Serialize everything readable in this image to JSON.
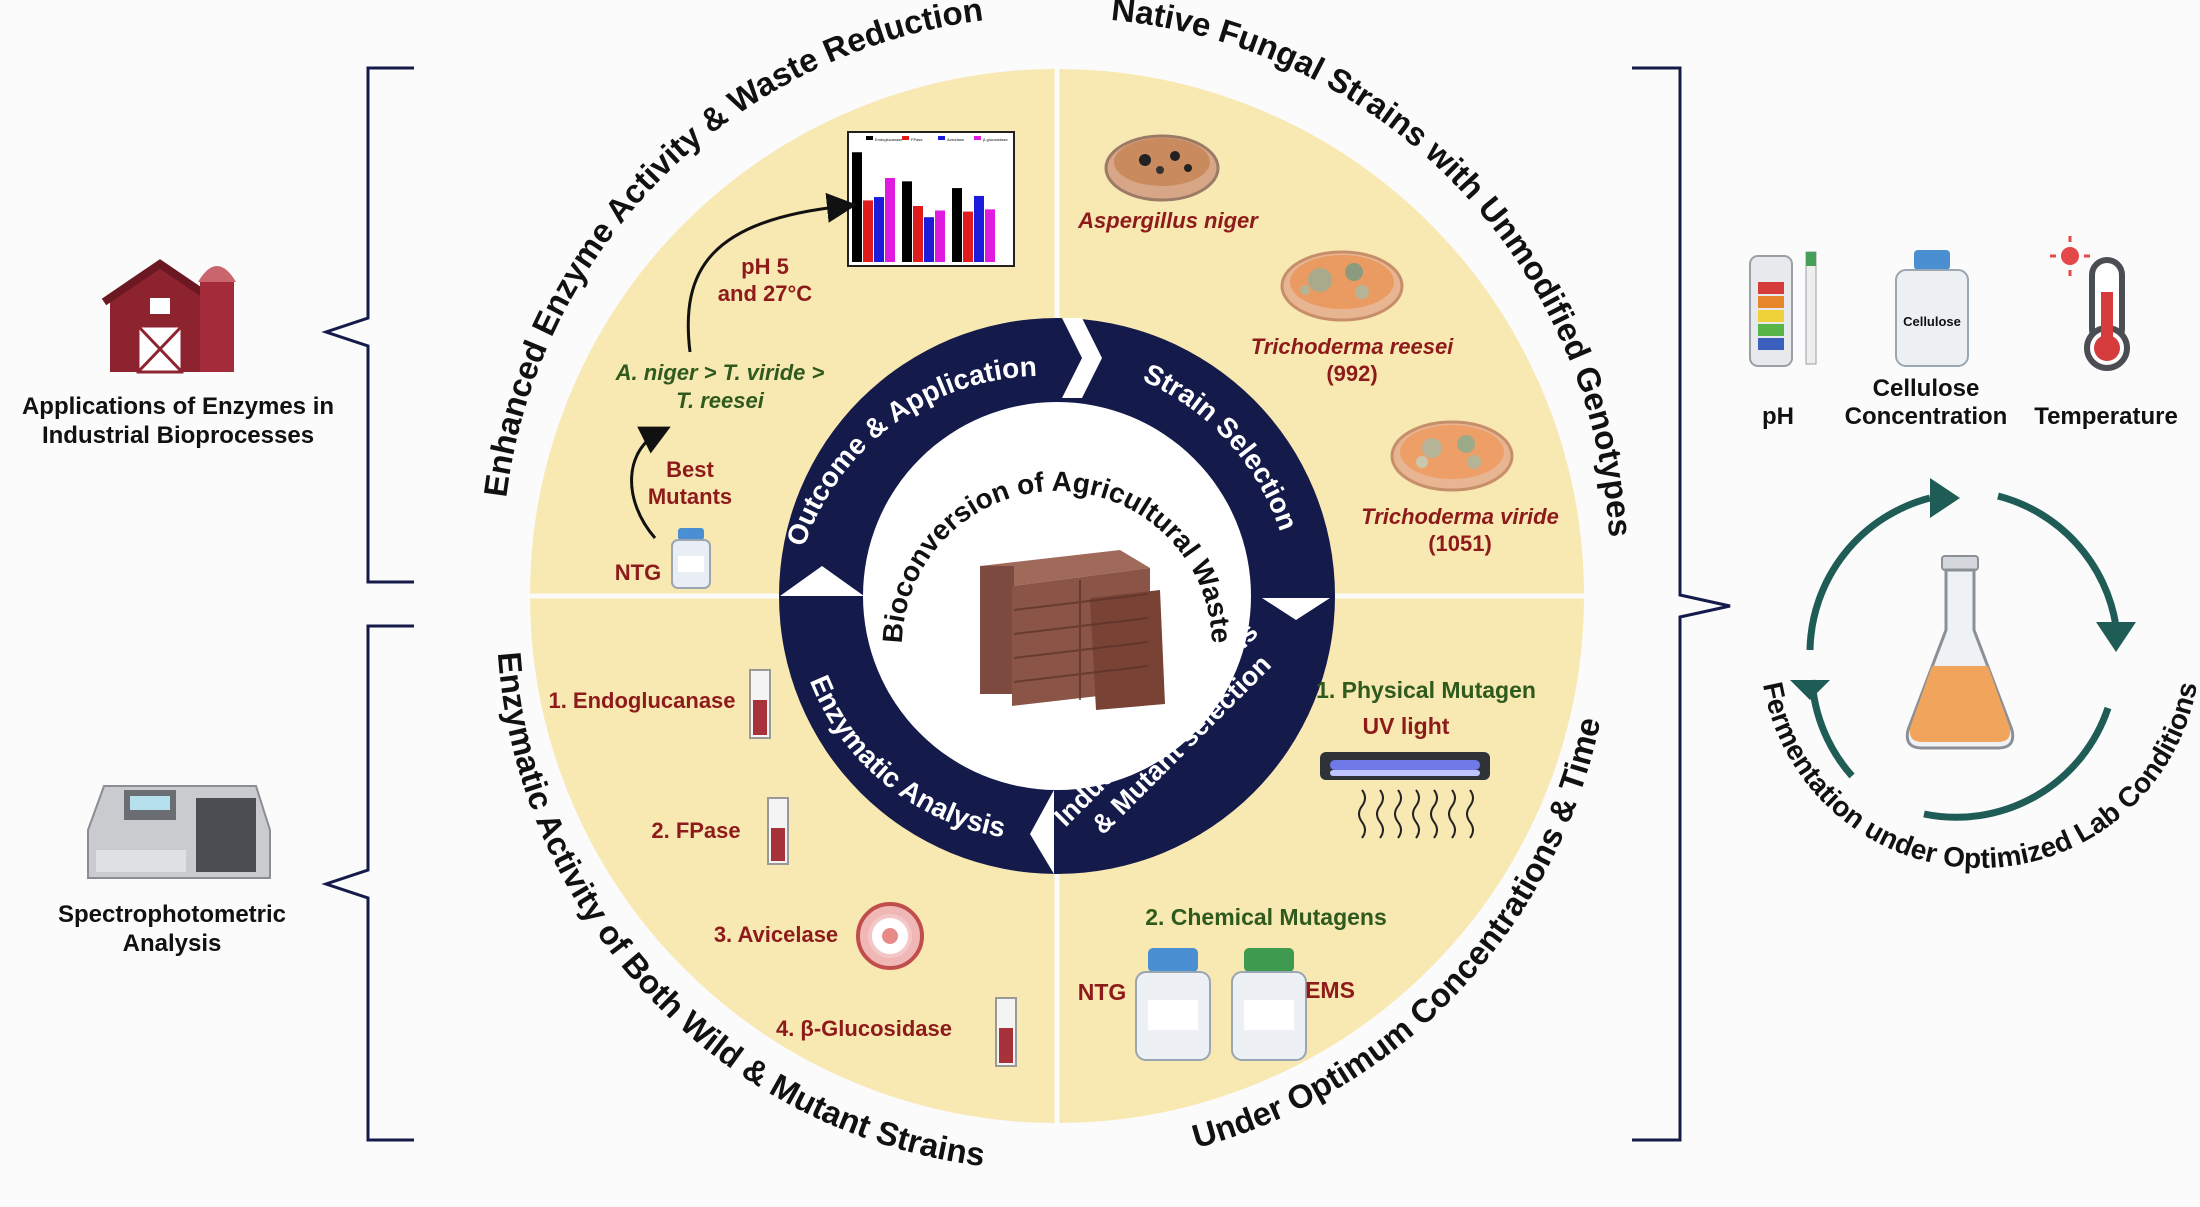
{
  "center": {
    "title": "Bioconversion of Agricultural Waste",
    "steps": [
      "Outcome & Application",
      "Strain Selection",
      "Induced Mutagenesis",
      "& Mutant selection",
      "Enzymatic Analysis"
    ]
  },
  "arcs": {
    "top_left": "Enhanced Enzyme Activity & Waste Reduction",
    "top_right": "Native Fungal Strains with Unmodified Genotypes",
    "bottom_right": "Under Optimum Concentrations & Time",
    "bottom_left": "Enzymatic Activity of Both Wild & Mutant Strains",
    "fermentation": "Fermentation under Optimized Lab Conditions"
  },
  "q1": {
    "ph": "pH 5",
    "temp": "and 27°C",
    "ranking_1": "A. niger > T. viride >",
    "ranking_2": "T. reesei",
    "best_1": "Best",
    "best_2": "Mutants",
    "ntg": "NTG",
    "legend": [
      "Endoglucanase",
      "FPase",
      "Avicelase",
      "β-glucosidase"
    ],
    "chart_values": [
      [
        0.98,
        0.55,
        0.58,
        0.75
      ],
      [
        0.72,
        0.5,
        0.4,
        0.46
      ],
      [
        0.66,
        0.45,
        0.59,
        0.47
      ]
    ],
    "bar_colors": [
      "#000000",
      "#e01b1b",
      "#1b1bd9",
      "#e01be0"
    ]
  },
  "q2": {
    "strain1": "Aspergillus niger",
    "strain2": "Trichoderma reesei",
    "strain2_code": "(992)",
    "strain3": "Trichoderma viride",
    "strain3_code": "(1051)"
  },
  "q3": {
    "physical": "1. Physical Mutagen",
    "uv": "UV light",
    "chemical": "2. Chemical Mutagens",
    "ntg": "NTG",
    "ems": "EMS"
  },
  "q4": {
    "e1": "1.  Endoglucanase",
    "e2": "2. FPase",
    "e3": "3. Avicelase",
    "e4": "4. β-Glucosidase"
  },
  "left": {
    "app_1": "Applications of Enzymes in",
    "app_2": "Industrial Bioprocesses",
    "spec_1": "Spectrophotometric",
    "spec_2": "Analysis"
  },
  "right": {
    "ph": "pH",
    "cellulose_1": "Cellulose",
    "cellulose_2": "Concentration",
    "bottle_label": "Cellulose",
    "temperature": "Temperature"
  },
  "colors": {
    "navy": "#141a4a",
    "sector": "#f8e8b2",
    "label_red": "#8e1b1b",
    "label_green": "#2f5a1e",
    "cycle": "#1f5c56"
  }
}
